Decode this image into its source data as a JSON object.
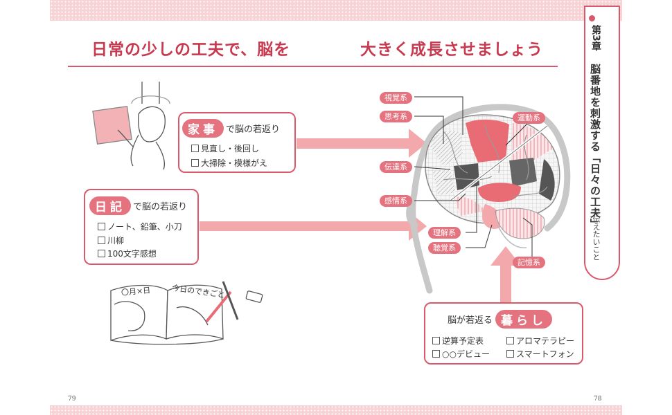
{
  "headline": {
    "left": "日常の少しの工夫で、脳を",
    "right": "大きく成長させましょう"
  },
  "side_tab": {
    "chapter": "第3章",
    "title": "脳番地を刺激する「日々の工夫」",
    "subtitle": "で伝えたいこと"
  },
  "housework": {
    "pill": "家事",
    "title_rest": "で脳の若返り",
    "items": [
      "見直し・後回し",
      "大掃除・模様がえ"
    ]
  },
  "diary": {
    "pill": "日記",
    "title_rest": "で脳の若返り",
    "items": [
      "ノート、鉛筆、小刀",
      "川柳",
      "100文字感想"
    ]
  },
  "lifestyle": {
    "title_pre": "脳が若返る",
    "pill": "暮らし",
    "items_left": [
      "逆算予定表",
      "○○デビュー"
    ],
    "items_right": [
      "アロマテラピー",
      "スマートフォン"
    ]
  },
  "brain_labels": {
    "visual": "視覚系",
    "thinking": "思考系",
    "transmission": "伝達系",
    "emotion": "感情系",
    "understanding": "理解系",
    "hearing": "聴覚系",
    "motor": "運動系",
    "memory": "記憶系"
  },
  "diary_note": {
    "date": "〇月×日",
    "heading": "今日のできごと"
  },
  "pages": {
    "left": "79",
    "right": "78"
  },
  "colors": {
    "accent": "#d9596a",
    "pill": "#e5737f",
    "arrow": "#f3a9ac",
    "band": "#f7d3d5"
  }
}
